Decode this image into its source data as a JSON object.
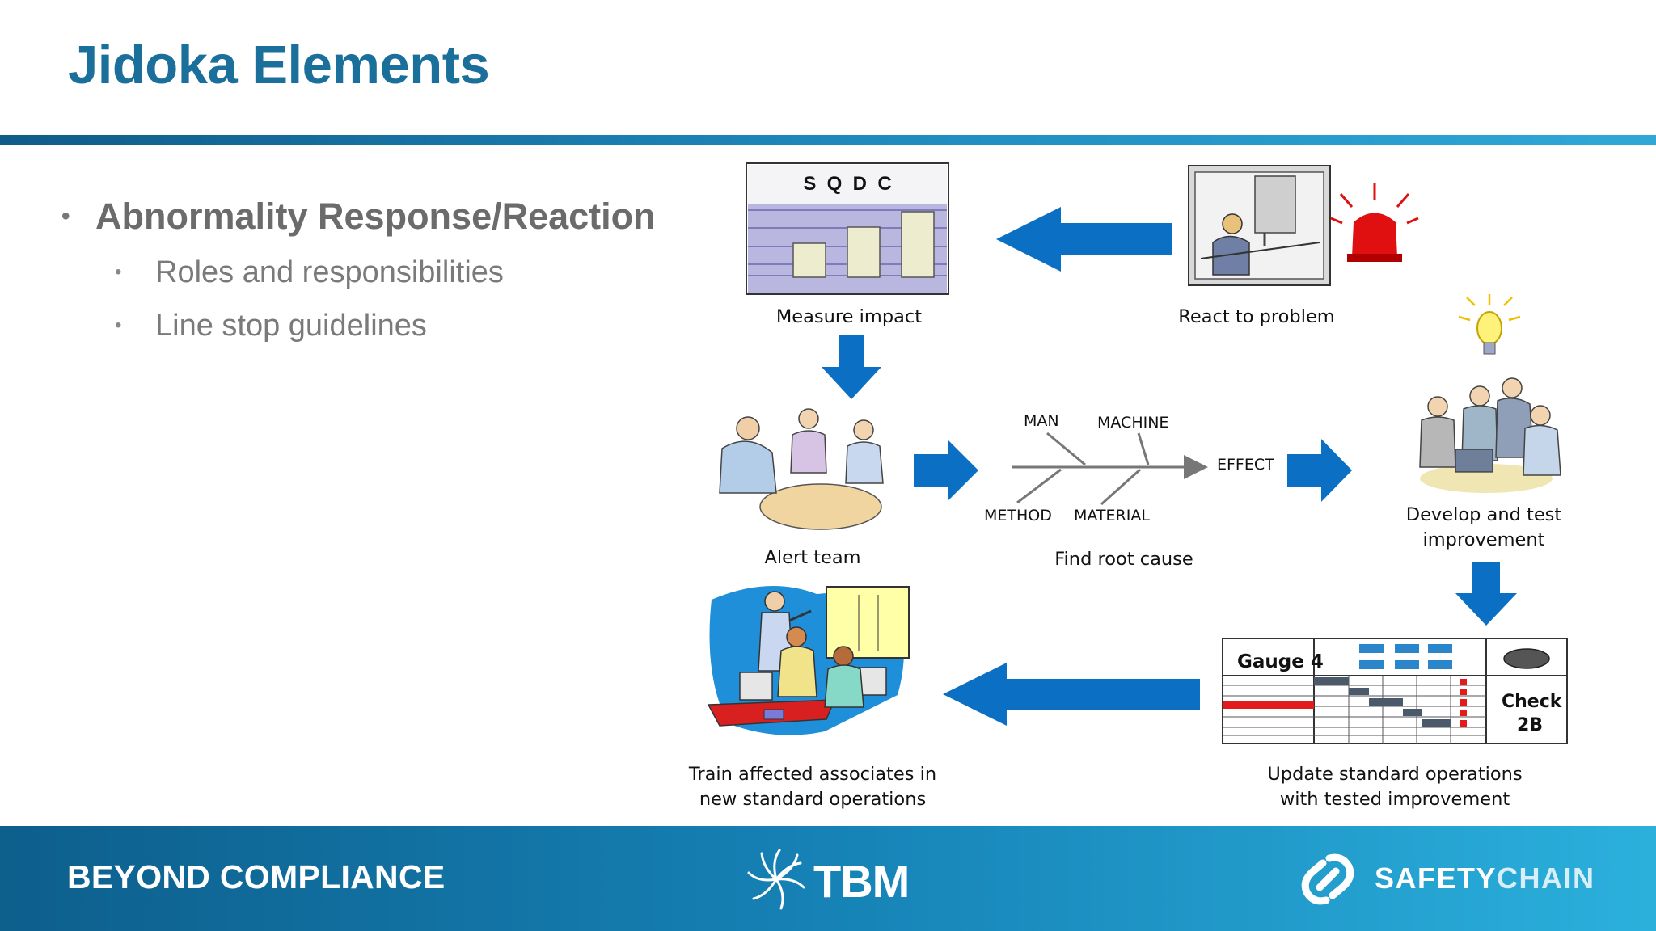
{
  "slide": {
    "title": "Jidoka Elements"
  },
  "bullets": {
    "main": "Abnormality Response/Reaction",
    "sub": [
      "Roles and responsibilities",
      "Line stop guidelines"
    ]
  },
  "diagram": {
    "sqdc_letters": "S  Q  D  C",
    "captions": {
      "measure_impact": "Measure impact",
      "react_to_problem": "React to problem",
      "alert_team": "Alert team",
      "find_root_cause": "Find root cause",
      "develop_line1": "Develop and test",
      "develop_line2": "improvement",
      "train_line1": "Train affected associates in",
      "train_line2": "new standard operations",
      "update_line1": "Update standard operations",
      "update_line2": "with tested improvement"
    },
    "fishbone": {
      "man": "MAN",
      "machine": "MACHINE",
      "method": "METHOD",
      "material": "MATERIAL",
      "effect": "EFFECT"
    },
    "gauge_table": {
      "gauge_label": "Gauge 4",
      "check_label_1": "Check",
      "check_label_2": "2B"
    },
    "arrow_color": "#0b6fc3"
  },
  "footer": {
    "tagline": "BEYOND COMPLIANCE",
    "tbm_logo": "TBM",
    "safetychain_word1": "SAFETY",
    "safetychain_word2": "CHAIN"
  }
}
